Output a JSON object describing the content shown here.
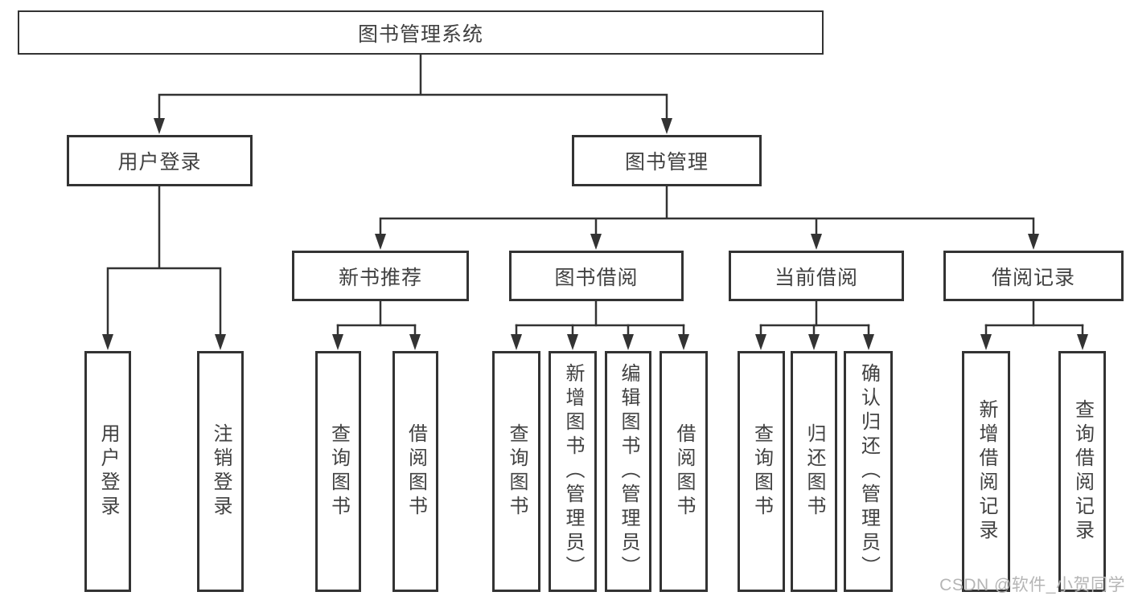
{
  "root": {
    "label": "图书管理系统"
  },
  "level2": {
    "user_login": {
      "label": "用户登录"
    },
    "book_management": {
      "label": "图书管理"
    }
  },
  "level3": {
    "new_book_recommend": {
      "label": "新书推荐"
    },
    "book_borrow": {
      "label": "图书借阅"
    },
    "current_borrow": {
      "label": "当前借阅"
    },
    "borrow_records": {
      "label": "借阅记录"
    }
  },
  "leaves": {
    "user_login": [
      "用户登录",
      "注销登录"
    ],
    "new_book_recommend": [
      "查询图书",
      "借阅图书"
    ],
    "book_borrow": [
      "查询图书",
      "新增图书（管理员）",
      "编辑图书（管理员）",
      "借阅图书"
    ],
    "current_borrow": [
      "查询图书",
      "归还图书",
      "确认归还（管理员）"
    ],
    "borrow_records": [
      "新增借阅记录",
      "查询借阅记录"
    ]
  },
  "watermark": {
    "text": "CSDN @软件_小贺同学"
  },
  "colors": {
    "line": "#333333",
    "text": "#414141",
    "watermark": "#b5b5b5",
    "background": "#ffffff"
  }
}
